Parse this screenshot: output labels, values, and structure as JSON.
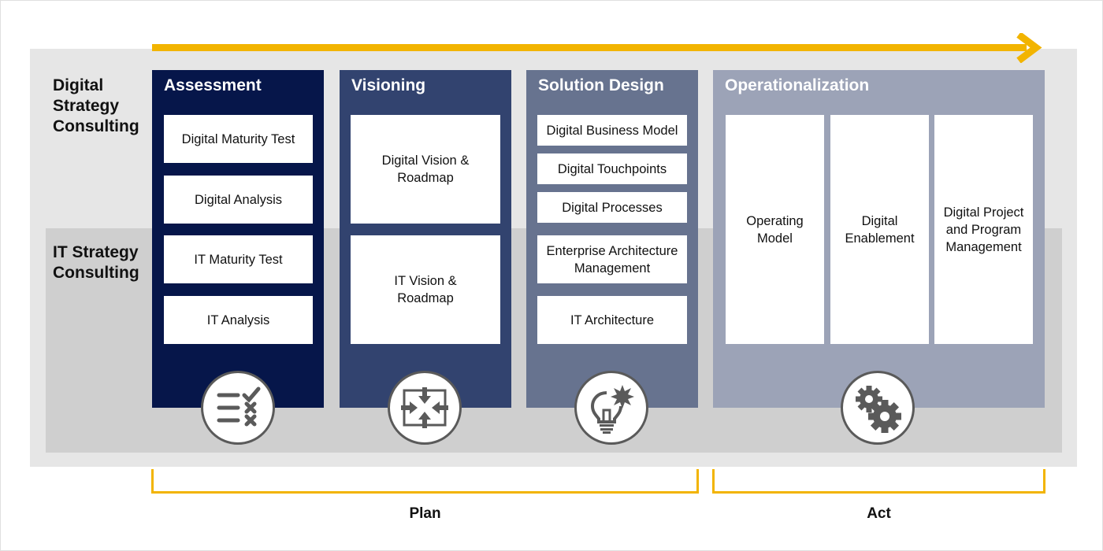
{
  "row_labels": {
    "digital": "Digital\nStrategy\nConsulting",
    "it": "IT Strategy\nConsulting"
  },
  "columns": [
    {
      "title": "Assessment",
      "color": "#06164a",
      "icon": "checklist-icon",
      "boxes": [
        "Digital Maturity Test",
        "Digital Analysis",
        "IT Maturity Test",
        "IT Analysis"
      ]
    },
    {
      "title": "Visioning",
      "color": "#32436f",
      "icon": "focus-arrows-icon",
      "boxes": [
        "Digital Vision & Roadmap",
        "IT Vision & Roadmap"
      ]
    },
    {
      "title": "Solution Design",
      "color": "#67738f",
      "icon": "lightbulb-icon",
      "boxes": [
        "Digital Business Model",
        "Digital Touchpoints",
        "Digital Processes",
        "Enterprise Architecture Management",
        "IT Architecture"
      ]
    },
    {
      "title": "Operationalization",
      "color": "#9ca3b7",
      "icon": "gears-icon",
      "boxes": [
        "Operating Model",
        "Digital Enablement",
        "Digital Project and Program Management"
      ]
    }
  ],
  "phases": {
    "plan": "Plan",
    "act": "Act"
  },
  "colors": {
    "accent_arrow": "#f2b400",
    "outer_bg": "#e6e6e6",
    "inner_bg": "#cfcfcf"
  }
}
